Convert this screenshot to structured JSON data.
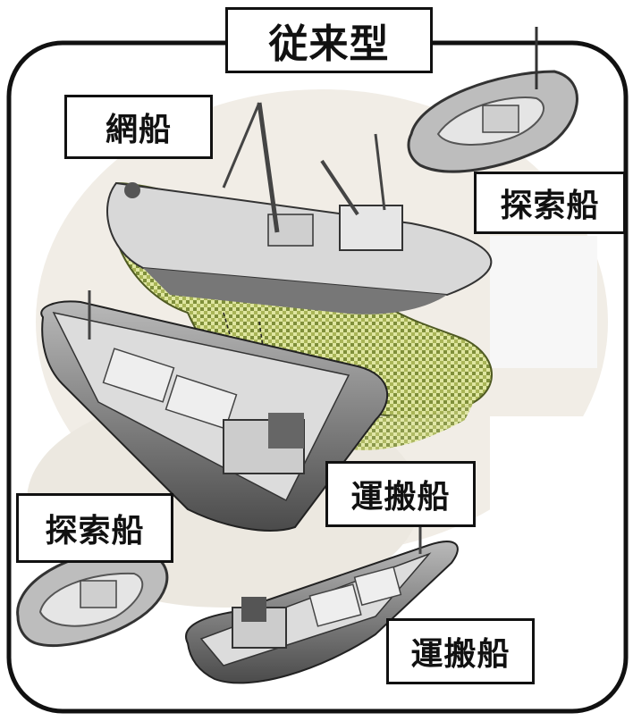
{
  "title": "従来型",
  "labels": {
    "net_ship": "網船",
    "search_ship_top": "探索船",
    "search_ship_bottom": "探索船",
    "carrier_ship_mid": "運搬船",
    "carrier_ship_bottom": "運搬船"
  },
  "colors": {
    "frame": "#111111",
    "net_fill": "#c8d27a",
    "hull": "#8a8a8a",
    "deck": "#cfcfcf",
    "background_blob": "#efe9df"
  }
}
